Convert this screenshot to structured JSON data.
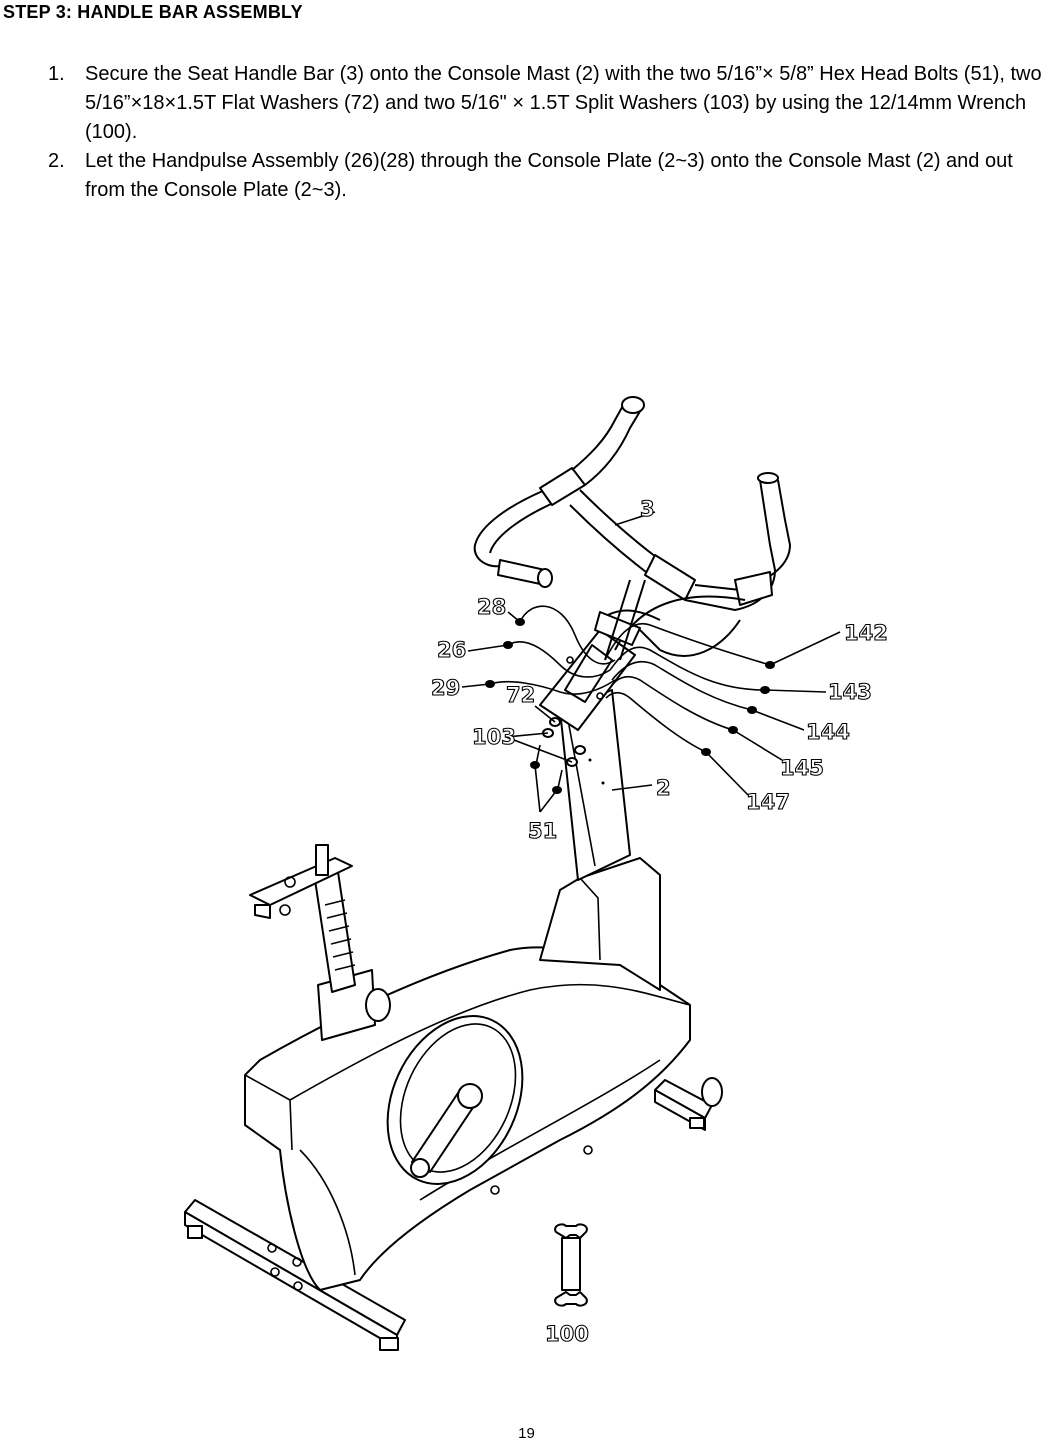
{
  "page": {
    "heading": "STEP 3: HANDLE BAR ASSEMBLY",
    "page_number": "19"
  },
  "steps": [
    {
      "number": "1.",
      "text": "Secure the Seat Handle Bar (3) onto the Console Mast (2) with the two 5/16”× 5/8” Hex Head Bolts (51), two 5/16”×18×1.5T Flat Washers (72) and two 5/16\" × 1.5T Split Washers (103) by using the 12/14mm Wrench (100)."
    },
    {
      "number": "2.",
      "text": "Let the Handpulse Assembly (26)(28) through the Console Plate (2~3) onto the Console Mast (2) and out from the Console Plate (2~3)."
    }
  ],
  "diagram": {
    "callouts": {
      "c3": "3",
      "c28": "28",
      "c26": "26",
      "c29": "29",
      "c72": "72",
      "c103": "103",
      "c2": "2",
      "c51": "51",
      "c142": "142",
      "c143": "143",
      "c144": "144",
      "c145": "145",
      "c147": "147",
      "c100": "100"
    }
  }
}
